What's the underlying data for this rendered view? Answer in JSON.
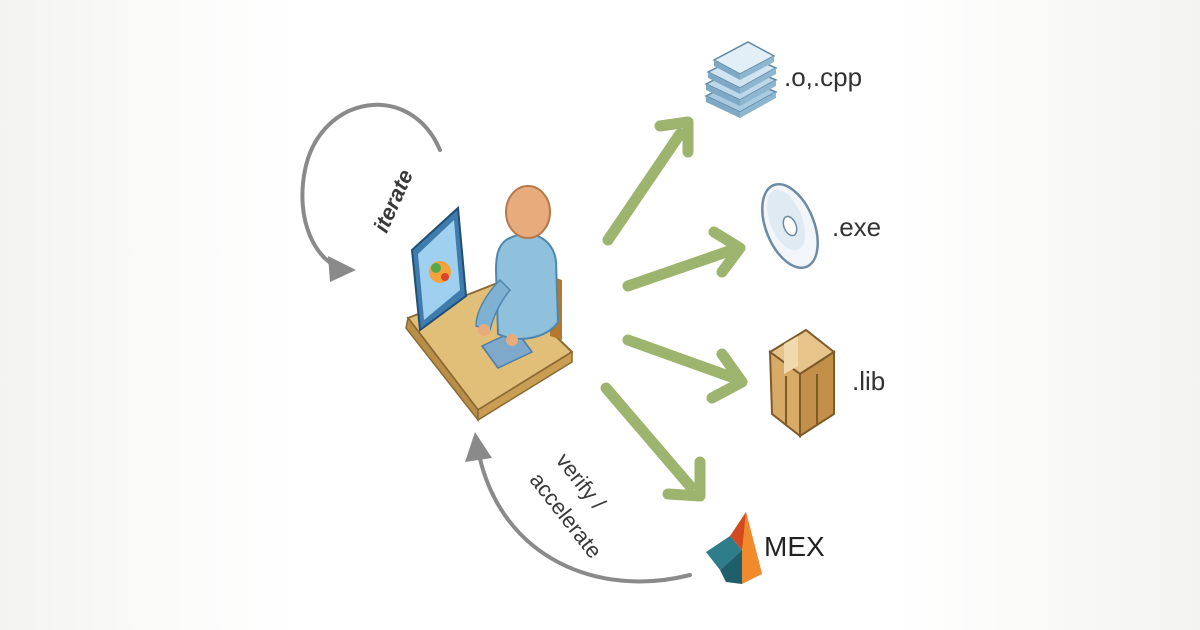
{
  "loops": {
    "top": "iterate",
    "bottom_line1": "verify /",
    "bottom_line2": "accelerate"
  },
  "outputs": [
    {
      "label": ".o,.cpp",
      "icon": "stacked-files-icon"
    },
    {
      "label": ".exe",
      "icon": "disc-icon"
    },
    {
      "label": ".lib",
      "icon": "package-box-icon"
    },
    {
      "label": "MEX",
      "icon": "matlab-logo-icon"
    }
  ],
  "colors": {
    "arrow_green": "#9cb46e",
    "loop_gray": "#8a8a8a",
    "desk": "#d9b36a",
    "person": "#8fc0dc",
    "head": "#e8ac7c"
  }
}
